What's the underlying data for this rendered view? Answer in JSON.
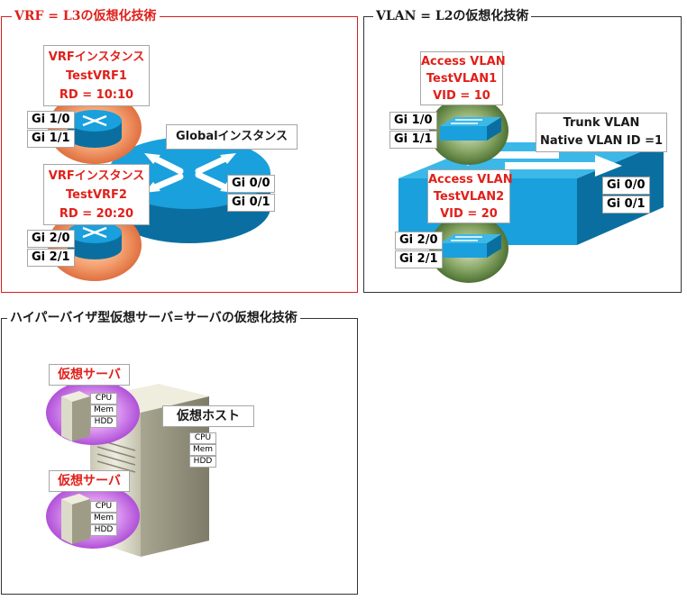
{
  "vrf_panel": {
    "title": "VRF = L3の仮想化技術",
    "instance1": {
      "line1": "VRFインスタンス",
      "line2": "TestVRF1",
      "line3": "RD = 10:10",
      "port_a": "Gi 1/0",
      "port_b": "Gi 1/1"
    },
    "instance2": {
      "line1": "VRFインスタンス",
      "line2": "TestVRF2",
      "line3": "RD = 20:20",
      "port_a": "Gi 2/0",
      "port_b": "Gi 2/1"
    },
    "global": {
      "label": "Globalインスタンス",
      "port_a": "Gi 0/0",
      "port_b": "Gi 0/1"
    }
  },
  "vlan_panel": {
    "title": "VLAN = L2の仮想化技術",
    "vlan1": {
      "line1": "Access VLAN",
      "line2": "TestVLAN1",
      "line3": "VID = 10",
      "port_a": "Gi 1/0",
      "port_b": "Gi 1/1"
    },
    "vlan2": {
      "line1": "Access VLAN",
      "line2": "TestVLAN2",
      "line3": "VID = 20",
      "port_a": "Gi 2/0",
      "port_b": "Gi 2/1"
    },
    "trunk": {
      "line1": "Trunk VLAN",
      "line2": "Native VLAN ID =1",
      "port_a": "Gi 0/0",
      "port_b": "Gi 0/1"
    }
  },
  "hypervisor_panel": {
    "title": "ハイパーバイザ型仮想サーバ=サーバの仮想化技術",
    "vm1": {
      "label": "仮想サーバ",
      "cpu": "CPU",
      "mem": "Mem",
      "hdd": "HDD"
    },
    "vm2": {
      "label": "仮想サーバ",
      "cpu": "CPU",
      "mem": "Mem",
      "hdd": "HDD"
    },
    "host": {
      "label": "仮想ホスト",
      "cpu": "CPU",
      "mem": "Mem",
      "hdd": "HDD"
    }
  },
  "colors": {
    "vrf_border": "#d42020",
    "label_red": "#e0201a",
    "router_blue": "#1aa0dc",
    "router_dark": "#0a6fa0",
    "orange_glow": "#f08040",
    "green_glow": "#5a8040",
    "purple_glow": "#b040d0",
    "server_beige": "#d8d6c4"
  }
}
